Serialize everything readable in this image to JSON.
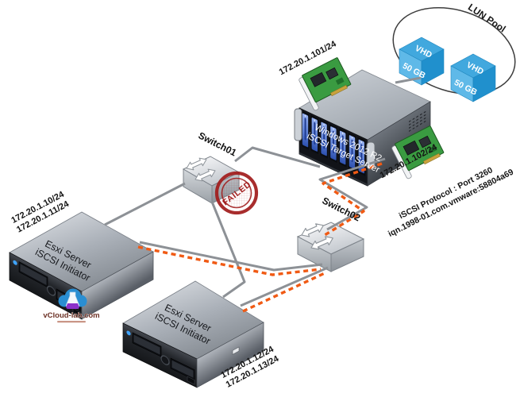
{
  "diagram": {
    "lun_pool": {
      "label": "LUN Pool",
      "vhd1": {
        "name": "VHD",
        "size": "50 GB"
      },
      "vhd2": {
        "name": "VHD",
        "size": "50 GB"
      }
    },
    "target_server": {
      "os": "Windows 2012 R2",
      "role": "iSCSI Target Server",
      "nic_top_ip": "172.20.1.101/24",
      "nic_bottom_ip": "172.20.1.102/24",
      "protocol": "iSCSI Protocol : Port 3260",
      "iqn": "iqn.1998-01.com.vmware:58804a69"
    },
    "switch01": {
      "name": "Switch01",
      "status": "FAILED"
    },
    "switch02": {
      "name": "Switch02"
    },
    "esxi_left": {
      "name": "Esxi Server",
      "role": "iSCSI Initiator",
      "ip1": "172.20.1.10/24",
      "ip2": "172.20.1.11/24"
    },
    "esxi_bottom": {
      "name": "Esxi Server",
      "role": "iSCSI Initiator",
      "ip1": "172.20.1.12/24",
      "ip2": "172.20.1.13/24"
    },
    "watermark": {
      "site": "vCloud-lab.com"
    },
    "colors": {
      "active_path_orange": "#F05A14",
      "failed_red": "#A11D1D",
      "vhd_blue": "#2E9BD5",
      "nic_green": "#3A9B41",
      "link_gray": "#8D9196"
    }
  }
}
